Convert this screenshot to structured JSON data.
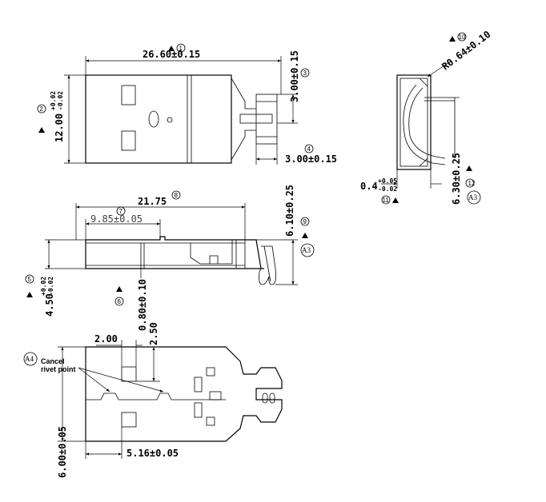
{
  "top_view": {
    "d1": "26.60±0.15",
    "d1_tag": "1",
    "d2": "12.00",
    "d2_tol_up": "+0.02",
    "d2_tol_dn": "-0.02",
    "d2_tag": "2",
    "d3": "3.00±0.15",
    "d3_tag": "3",
    "d4": "3.00±0.15",
    "d4_tag": "4"
  },
  "side_view": {
    "d8": "21.75",
    "d8_tag": "8",
    "d7": "9.85±0.05",
    "d7_tag": "7",
    "d9": "6.10±0.25",
    "d9_tag": "9",
    "d9_ref": "A3",
    "d5": "4.50",
    "d5_tol_up": "+0.02",
    "d5_tol_dn": "-0.02",
    "d5_tag": "5",
    "d6": "0.80±0.10",
    "d6_tag": "6"
  },
  "end_view": {
    "d10": "R0.64±0.10",
    "d10_tag": "10",
    "d11": "0.4",
    "d11_tol_up": "+0.05",
    "d11_tol_dn": "-0.02",
    "d11_tag": "11",
    "d12": "6.30±0.25",
    "d12_tag": "12",
    "d12_ref": "A3"
  },
  "bottom_view": {
    "d_200": "2.00",
    "d_250": "2.50",
    "d_600": "6.00±0.05",
    "d_516": "5.16±0.05",
    "ref": "A4",
    "note_line1": "Cancel",
    "note_line2": "rivet point"
  }
}
